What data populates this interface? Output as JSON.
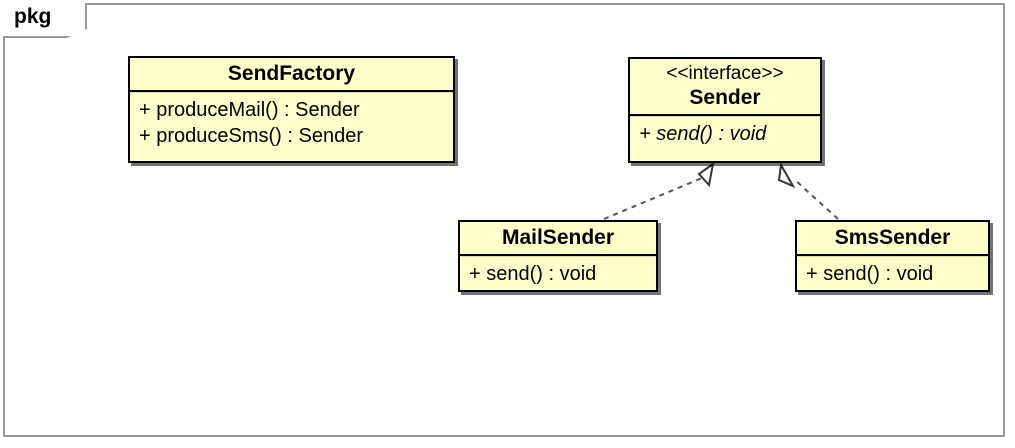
{
  "diagram": {
    "package": {
      "label": "pkg"
    },
    "classes": [
      {
        "id": "sendfactory",
        "name": "SendFactory",
        "stereotype": "",
        "members": [
          "+ produceMail() : Sender",
          "+ produceSms() : Sender"
        ]
      },
      {
        "id": "sender",
        "name": "Sender",
        "stereotype": "<<interface>>",
        "members": [
          "+ send() : void"
        ]
      },
      {
        "id": "mailsender",
        "name": "MailSender",
        "stereotype": "",
        "members": [
          "+ send() : void"
        ]
      },
      {
        "id": "smssender",
        "name": "SmsSender",
        "stereotype": "",
        "members": [
          "+ send() : void"
        ]
      }
    ],
    "relationships": [
      {
        "type": "realization",
        "from": "MailSender",
        "to": "Sender"
      },
      {
        "type": "realization",
        "from": "SmsSender",
        "to": "Sender"
      }
    ],
    "colors": {
      "class_fill": "#FFFFCC",
      "class_border": "#000000",
      "frame_border": "#9A9A9A",
      "connector": "#555555",
      "background": "#FFFFFF"
    }
  }
}
